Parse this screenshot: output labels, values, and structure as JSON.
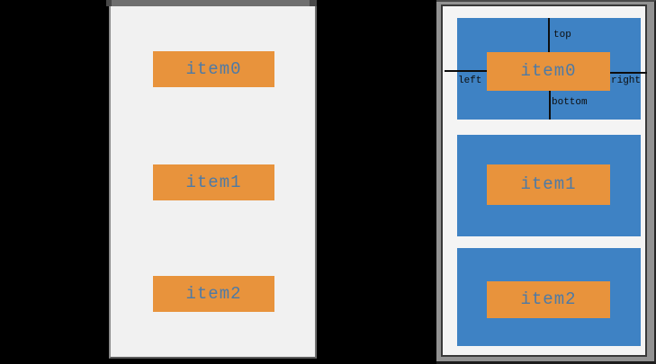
{
  "left_panel": {
    "items": [
      "item0",
      "item1",
      "item2"
    ]
  },
  "right_panel": {
    "items": [
      "item0",
      "item1",
      "item2"
    ],
    "margin_labels": {
      "top": "top",
      "left": "left",
      "right": "right",
      "bottom": "bottom"
    }
  },
  "colors": {
    "item_bg": "#e8933c",
    "item_text": "#4d7aa6",
    "margin_box": "#3e82c4",
    "annotation": "#0d0d0d"
  }
}
